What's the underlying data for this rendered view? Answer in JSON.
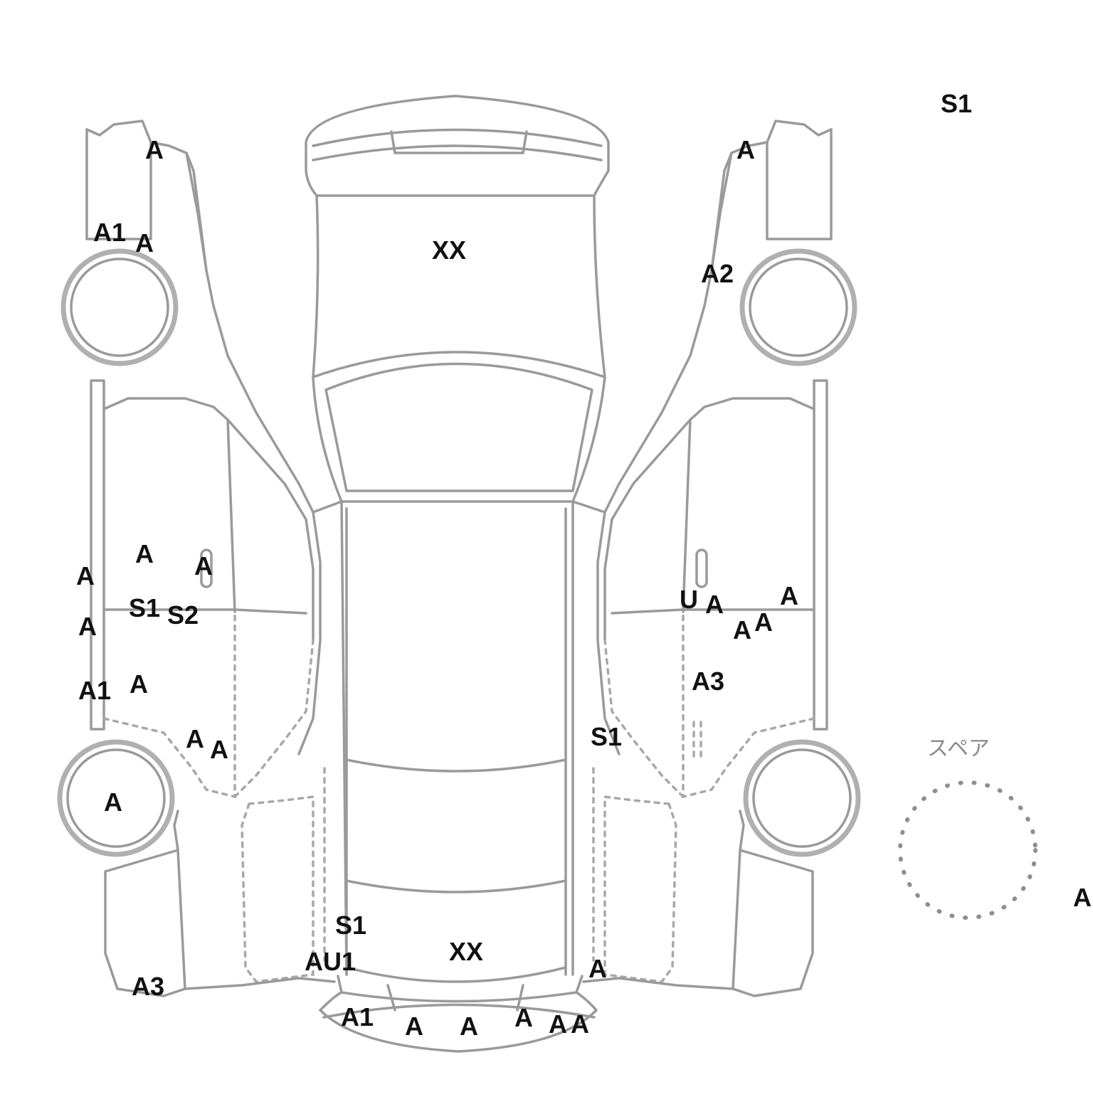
{
  "diagram": {
    "spare_label": "スペア",
    "marks": [
      {
        "id": "m1",
        "text": "S1"
      },
      {
        "id": "m2",
        "text": "A"
      },
      {
        "id": "m3",
        "text": "A1"
      },
      {
        "id": "m4",
        "text": "A"
      },
      {
        "id": "m5",
        "text": "XX"
      },
      {
        "id": "m6",
        "text": "A"
      },
      {
        "id": "m7",
        "text": "A2"
      },
      {
        "id": "m8",
        "text": "A"
      },
      {
        "id": "m9",
        "text": "A"
      },
      {
        "id": "m10",
        "text": "A"
      },
      {
        "id": "m11",
        "text": "S1"
      },
      {
        "id": "m12",
        "text": "S2"
      },
      {
        "id": "m13",
        "text": "A"
      },
      {
        "id": "m14",
        "text": "A1"
      },
      {
        "id": "m15",
        "text": "A"
      },
      {
        "id": "m16",
        "text": "U"
      },
      {
        "id": "m17",
        "text": "A"
      },
      {
        "id": "m18",
        "text": "A"
      },
      {
        "id": "m19",
        "text": "A"
      },
      {
        "id": "m20",
        "text": "A"
      },
      {
        "id": "m21",
        "text": "A3"
      },
      {
        "id": "m22",
        "text": "A"
      },
      {
        "id": "m23",
        "text": "A"
      },
      {
        "id": "m24",
        "text": "S1"
      },
      {
        "id": "m25",
        "text": "A"
      },
      {
        "id": "m26",
        "text": "A"
      },
      {
        "id": "m27",
        "text": "S1"
      },
      {
        "id": "m28",
        "text": "AU1"
      },
      {
        "id": "m29",
        "text": "XX"
      },
      {
        "id": "m30",
        "text": "A"
      },
      {
        "id": "m31",
        "text": "A3"
      },
      {
        "id": "m32",
        "text": "A1"
      },
      {
        "id": "m33",
        "text": "A"
      },
      {
        "id": "m34",
        "text": "A"
      },
      {
        "id": "m35",
        "text": "A"
      },
      {
        "id": "m36",
        "text": "A"
      },
      {
        "id": "m37",
        "text": "A"
      }
    ]
  }
}
